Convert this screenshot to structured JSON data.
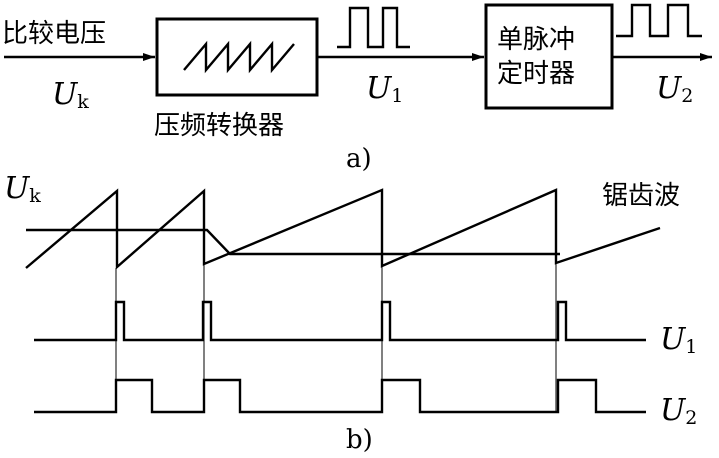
{
  "part_a": {
    "input_label": "比较电压",
    "uk_main": "U",
    "uk_sub": "k",
    "block1_label": "压频转换器",
    "u1_main": "U",
    "u1_sub": "1",
    "block2_line1": "单脉冲",
    "block2_line2": "定时器",
    "u2_main": "U",
    "u2_sub": "2",
    "caption": "a)"
  },
  "part_b": {
    "uk_main": "U",
    "uk_sub": "k",
    "sawtooth_label": "锯齿波",
    "u1_main": "U",
    "u1_sub": "1",
    "u2_main": "U",
    "u2_sub": "2",
    "caption": "b)"
  }
}
